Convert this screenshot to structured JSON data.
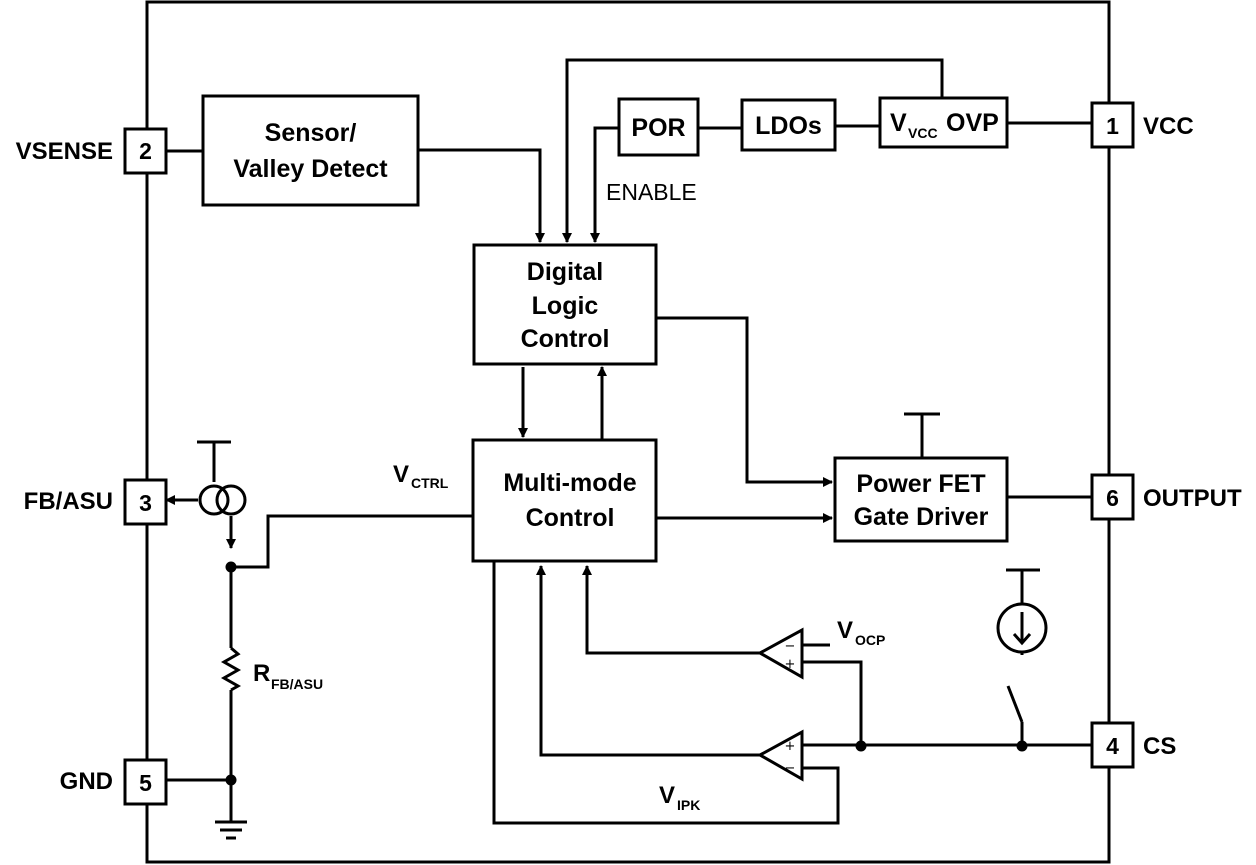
{
  "blocks": {
    "sensor_line1": "Sensor/",
    "sensor_line2": "Valley Detect",
    "por": "POR",
    "ldos": "LDOs",
    "ovp_v": "V",
    "ovp_sub": "VCC",
    "ovp_suffix": "OVP",
    "digital_line1": "Digital",
    "digital_line2": "Logic",
    "digital_line3": "Control",
    "multimode_line1": "Multi-mode",
    "multimode_line2": "Control",
    "gate_line1": "Power FET",
    "gate_line2": "Gate Driver"
  },
  "pins": [
    {
      "number": "2",
      "name": "VSENSE"
    },
    {
      "number": "1",
      "name": "VCC"
    },
    {
      "number": "3",
      "name": "FB/ASU"
    },
    {
      "number": "6",
      "name": "OUTPUT"
    },
    {
      "number": "5",
      "name": "GND"
    },
    {
      "number": "4",
      "name": "CS"
    }
  ],
  "signals": {
    "enable": "ENABLE",
    "vctrl_main": "V",
    "vctrl_sub": "CTRL",
    "vocp_main": "V",
    "vocp_sub": "OCP",
    "vipk_main": "V",
    "vipk_sub": "IPK",
    "rfb_main": "R",
    "rfb_sub": "FB/ASU"
  },
  "comparator_signs": {
    "minus": "−",
    "plus": "+"
  }
}
